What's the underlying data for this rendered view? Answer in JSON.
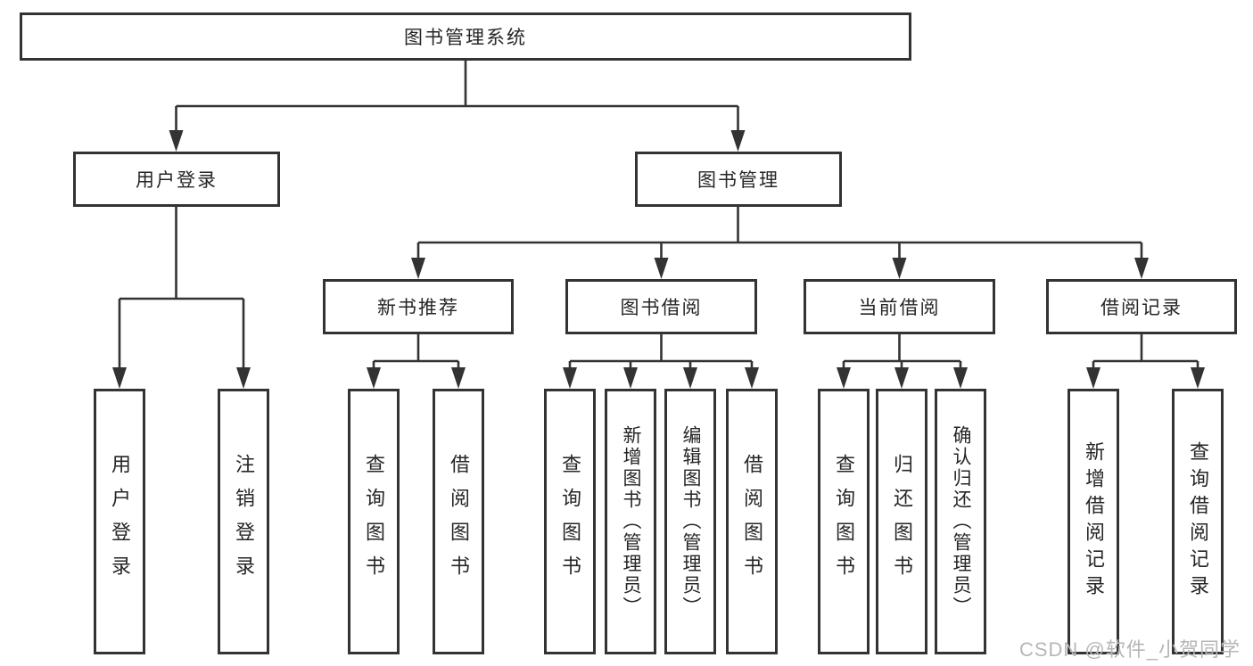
{
  "nodes": {
    "root": "图书管理系统",
    "user_login": "用户登录",
    "book_mgmt": "图书管理",
    "new_books": "新书推荐",
    "book_borrow": "图书借阅",
    "current_borrow": "当前借阅",
    "borrow_records": "借阅记录",
    "leaf_user_login": "用户登录",
    "leaf_logout": "注销登录",
    "leaf_nb_query": "查询图书",
    "leaf_nb_borrow": "借阅图书",
    "leaf_bb_query": "查询图书",
    "leaf_bb_add": "新增图书（管理员）",
    "leaf_bb_edit": "编辑图书（管理员）",
    "leaf_bb_borrow": "借阅图书",
    "leaf_cb_query": "查询图书",
    "leaf_cb_return": "归还图书",
    "leaf_cb_confirm": "确认归还（管理员）",
    "leaf_br_add": "新增借阅记录",
    "leaf_br_query": "查询借阅记录"
  },
  "watermark": "CSDN @软件_小贺同学",
  "colors": {
    "line": "#333333",
    "text": "#262626",
    "watermark": "#b6b6b6"
  }
}
